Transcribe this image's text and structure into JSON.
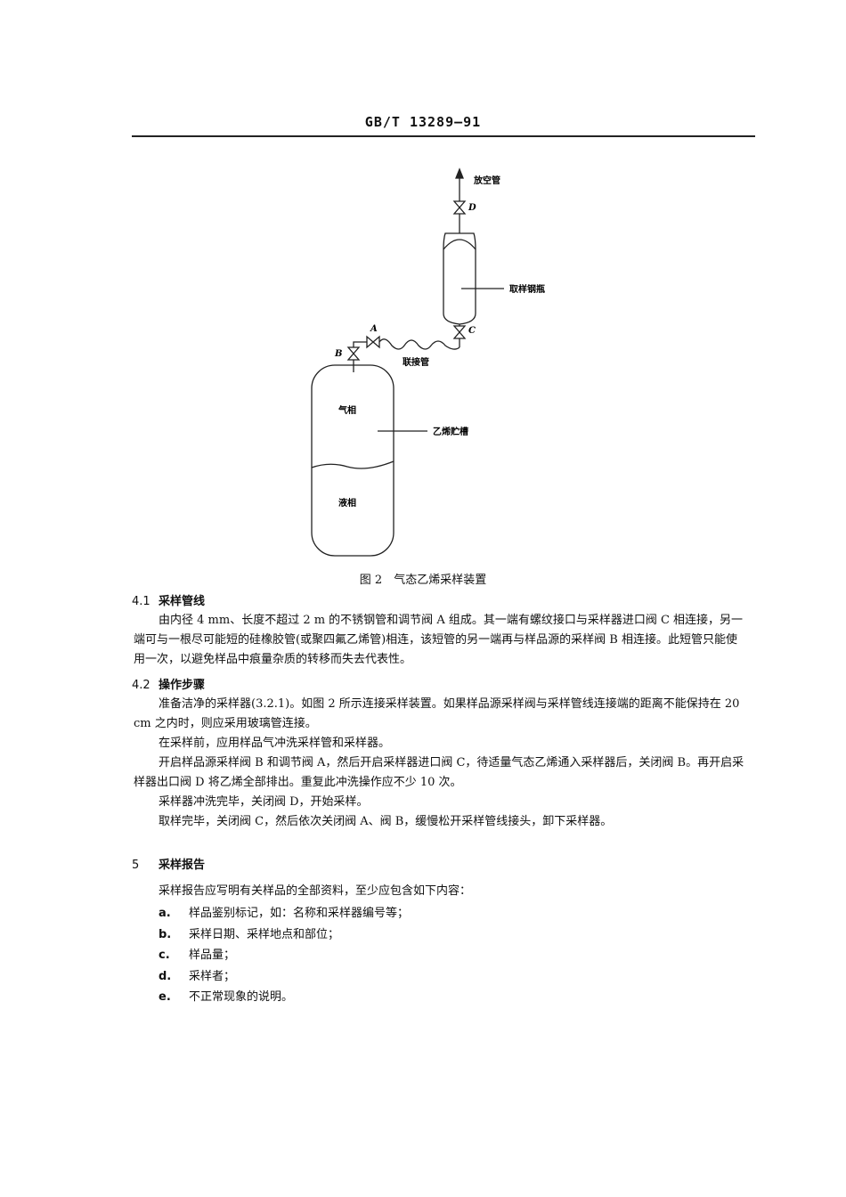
{
  "header": {
    "code": "GB/T 13289—91"
  },
  "figure": {
    "vent_label": "放空管",
    "valve_d": "D",
    "cylinder_label": "取样钢瓶",
    "valve_a": "A",
    "valve_b": "B",
    "valve_c": "C",
    "hose_label": "联接管",
    "gas_phase": "气相",
    "tank_label": "乙烯贮槽",
    "liquid_phase": "液相",
    "caption": "图 2　气态乙烯采样装置"
  },
  "sections": {
    "s41": {
      "num": "4.1",
      "title": "采样管线",
      "text": "由内径 4 mm、长度不超过 2 m 的不锈钢管和调节阀 A 组成。其一端有螺纹接口与采样器进口阀 C 相连接，另一端可与一根尽可能短的硅橡胶管(或聚四氟乙烯管)相连，该短管的另一端再与样品源的采样阀 B 相连接。此短管只能使用一次，以避免样品中痕量杂质的转移而失去代表性。"
    },
    "s42": {
      "num": "4.2",
      "title": "操作步骤",
      "p1": "准备洁净的采样器(3.2.1)。如图 2 所示连接采样装置。如果样品源采样阀与采样管线连接端的距离不能保持在 20 cm 之内时，则应采用玻璃管连接。",
      "p2": "在采样前，应用样品气冲洗采样管和采样器。",
      "p3": "开启样品源采样阀 B 和调节阀 A，然后开启采样器进口阀 C，待适量气态乙烯通入采样器后，关闭阀 B。再开启采样器出口阀 D 将乙烯全部排出。重复此冲洗操作应不少 10 次。",
      "p4": "采样器冲洗完毕，关闭阀 D，开始采样。",
      "p5": "取样完毕，关闭阀 C，然后依次关闭阀 A、阀 B，缓慢松开采样管线接头，卸下采样器。"
    },
    "s5": {
      "num": "5",
      "title": "采样报告",
      "intro": "采样报告应写明有关样品的全部资料，至少应包含如下内容：",
      "items": [
        {
          "key": "a.",
          "text": "样品鉴别标记，如：名称和采样器编号等；"
        },
        {
          "key": "b.",
          "text": "采样日期、采样地点和部位；"
        },
        {
          "key": "c.",
          "text": "样品量；"
        },
        {
          "key": "d.",
          "text": "采样者；"
        },
        {
          "key": "e.",
          "text": "不正常现象的说明。"
        }
      ]
    }
  }
}
